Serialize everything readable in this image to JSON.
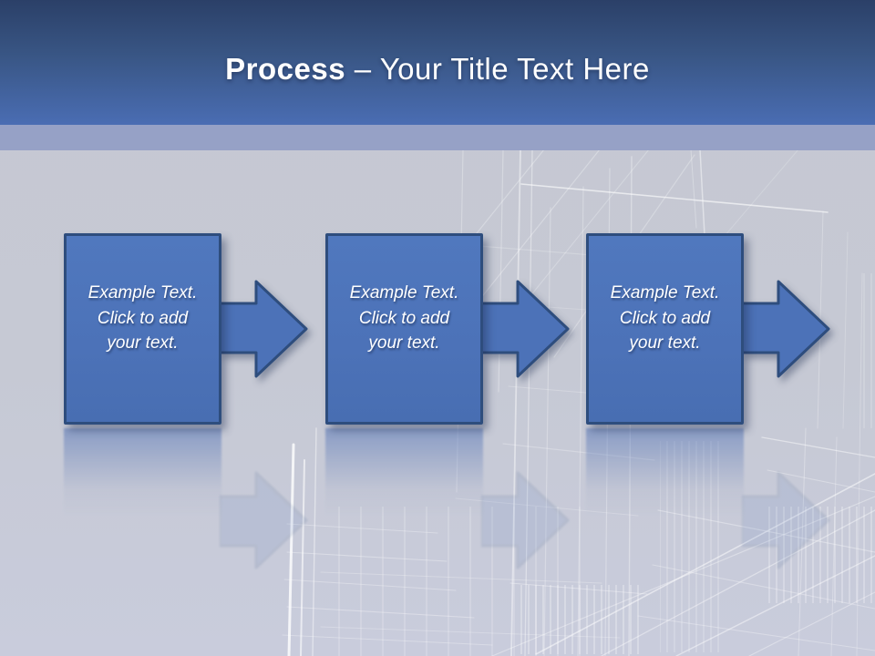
{
  "title": {
    "bold": "Process",
    "rest": " – Your Title Text Here"
  },
  "steps": [
    {
      "lines": [
        "Example Text.",
        "Click to add",
        "your text."
      ]
    },
    {
      "lines": [
        "Example Text.",
        "Click to add",
        "your text."
      ]
    },
    {
      "lines": [
        "Example Text.",
        "Click to add",
        "your text."
      ]
    }
  ],
  "colors": {
    "header_top": "#2b4068",
    "header_bottom": "#4a6db3",
    "accent_band": "#96a1c6",
    "body_top": "#c5c8d2",
    "body_bottom": "#c9ccdc",
    "shape_fill": "#4c72b8",
    "shape_border": "#2e4d7d",
    "text": "#ffffff"
  }
}
